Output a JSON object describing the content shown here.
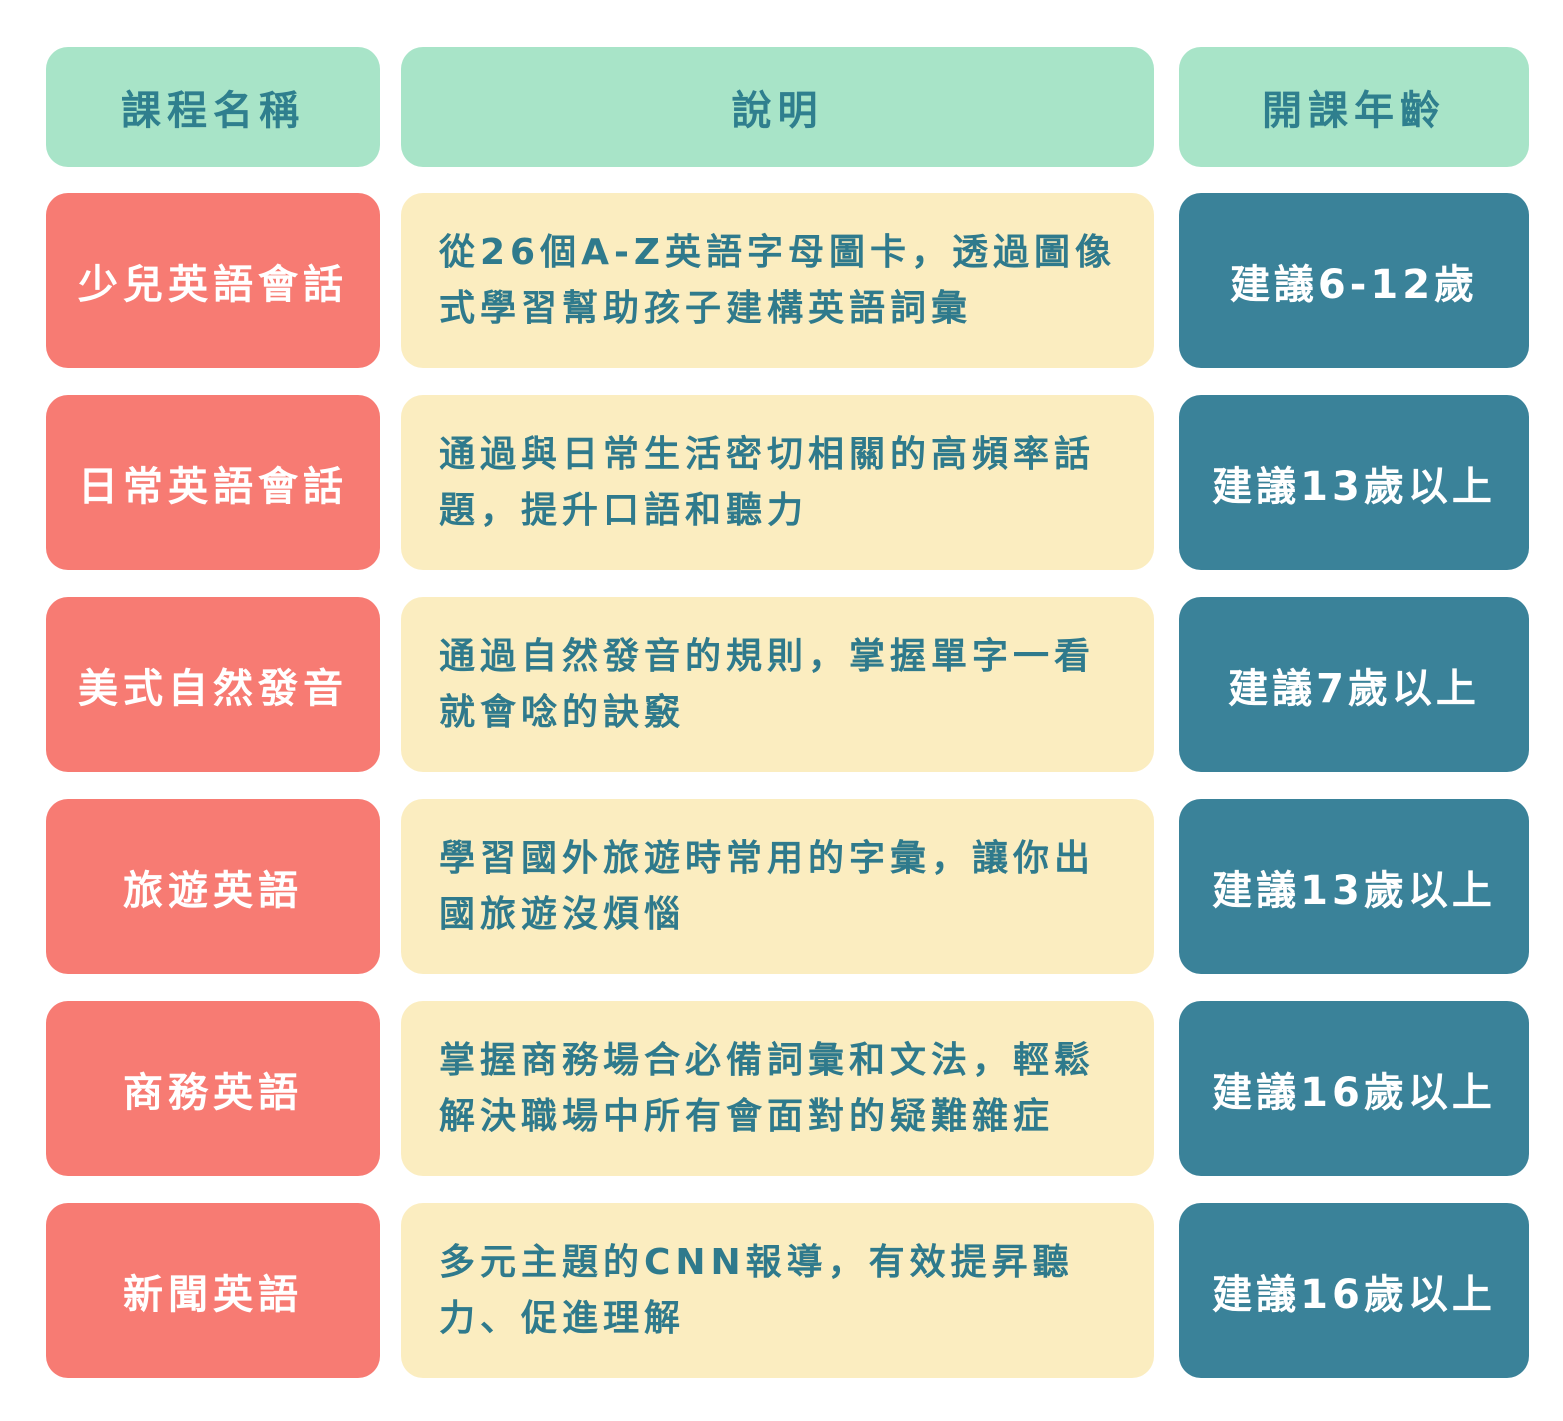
{
  "headers": {
    "name": "課程名稱",
    "desc": "說明",
    "age": "開課年齡"
  },
  "rows": [
    {
      "name": "少兒英語會話",
      "desc": "從26個A-Z英語字母圖卡，透過圖像式學習幫助孩子建構英語詞彙",
      "age": "建議6-12歲"
    },
    {
      "name": "日常英語會話",
      "desc": "通過與日常生活密切相關的高頻率話題，提升口語和聽力",
      "age": "建議13歲以上"
    },
    {
      "name": "美式自然發音",
      "desc": "通過自然發音的規則，掌握單字一看就會唸的訣竅",
      "age": "建議7歲以上"
    },
    {
      "name": "旅遊英語",
      "desc": "學習國外旅遊時常用的字彙，讓你出國旅遊沒煩惱",
      "age": "建議13歲以上"
    },
    {
      "name": "商務英語",
      "desc": "掌握商務場合必備詞彙和文法，輕鬆解決職場中所有會面對的疑難雜症",
      "age": "建議16歲以上"
    },
    {
      "name": "新聞英語",
      "desc": "多元主題的CNN報導，有效提昇聽力、促進理解",
      "age": "建議16歲以上"
    }
  ]
}
